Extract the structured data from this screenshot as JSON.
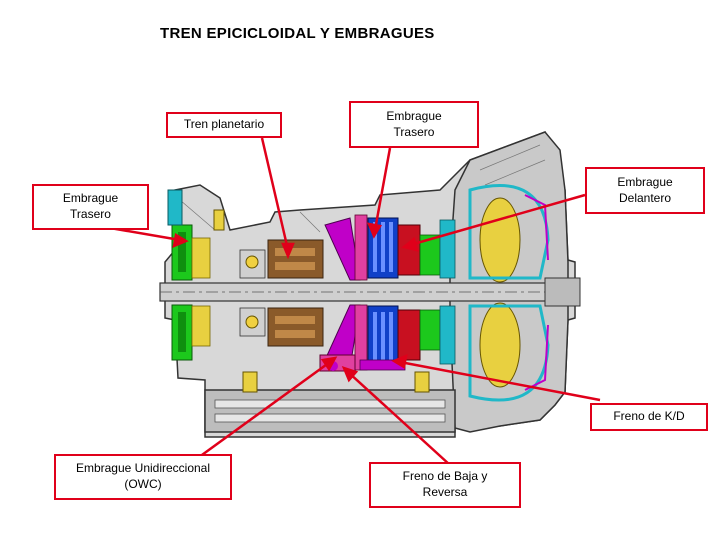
{
  "title": "TREN EPICICLOIDAL  Y  EMBRAGUES",
  "labels": {
    "tren_planetario": "Tren planetario",
    "embrague_trasero_top": "Embrague\nTrasero",
    "embrague_trasero_left": "Embrague\nTrasero",
    "embrague_delantero": "Embrague\nDelantero",
    "freno_kd": "Freno de K/D",
    "embrague_unidireccional": "Embrague Unidireccional\n(OWC)",
    "freno_baja_reversa": "Freno de Baja y\nReversa"
  },
  "colors": {
    "callout_red": "#e0001a",
    "housing_gray": "#b9b9b9",
    "outline": "#333333",
    "green": "#1cc81c",
    "cyan": "#20b8c8",
    "magenta": "#c000c8",
    "blue": "#1040c8",
    "brown": "#8a5a2a",
    "red_part": "#c81020",
    "pink": "#e040a0",
    "yellow": "#e8d040"
  }
}
